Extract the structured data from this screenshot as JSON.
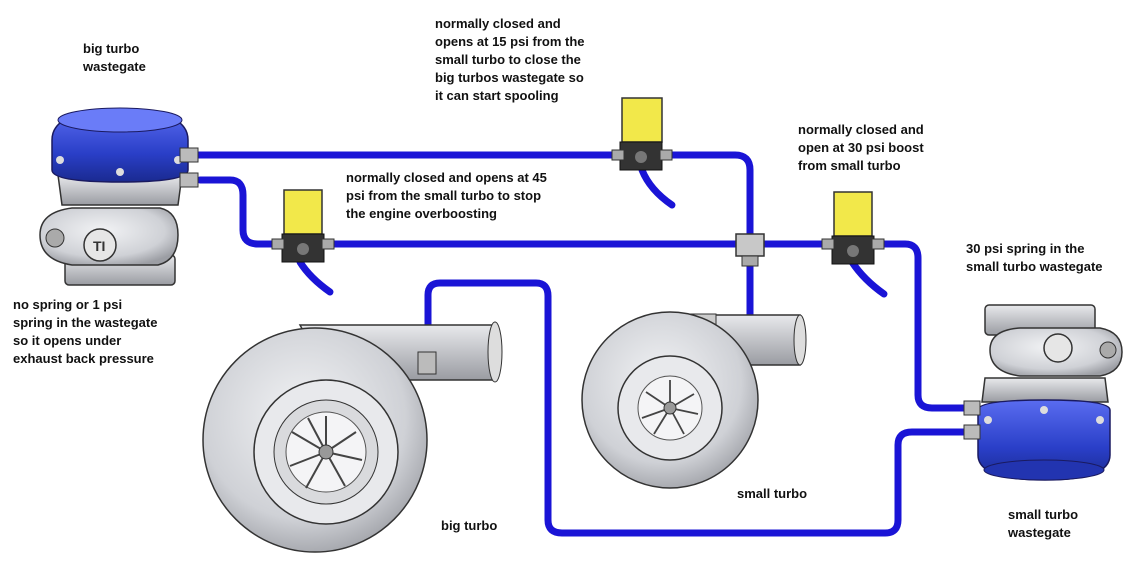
{
  "labels": {
    "big_turbo_wastegate": "big turbo\nwastegate",
    "valve_15psi": "normally closed and\nopens at 15 psi from the\nsmall turbo to close the\nbig turbos wastegate so\nit can start spooling",
    "valve_45psi": "normally closed and opens at 45\npsi from the small turbo to stop\nthe engine overboosting",
    "valve_30psi": "normally closed and\nopen at 30 psi boost\nfrom small turbo",
    "spring_30psi": "30 psi spring in the\nsmall turbo wastegate",
    "no_spring": "no spring or 1 psi\nspring in the wastegate\nso it opens under\nexhaust back pressure",
    "small_turbo": "small turbo",
    "big_turbo": "big turbo",
    "small_turbo_wastegate": "small turbo\nwastegate"
  },
  "colors": {
    "hose": "#1a14d6",
    "solenoid": "#f2e84a",
    "wastegate_cap": "#2a3fc8",
    "housing": "#d0d2d8",
    "outline": "#333333"
  }
}
